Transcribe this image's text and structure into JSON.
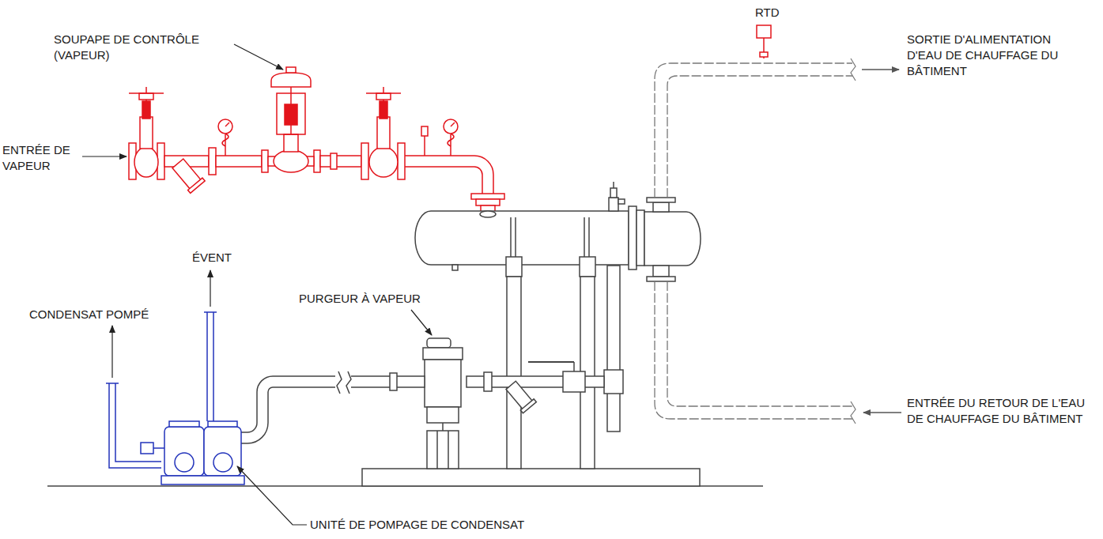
{
  "diagram": {
    "labels": [
      "RTD",
      "SOUPAPE DE CONTRÔLE (VAPEUR)",
      "SORTIE D'ALIMENTATION D'EAU DE CHAUFFAGE DU BÂTIMENT",
      "ENTRÉE DE VAPEUR",
      "ÉVENT",
      "CONDENSAT POMPÉ",
      "PURGEUR À VAPEUR",
      "ENTRÉE DU RETOUR DE L'EAU DE CHAUFFAGE DU BÂTIMENT",
      "UNITÉ DE POMPAGE DE CONDENSAT"
    ]
  }
}
